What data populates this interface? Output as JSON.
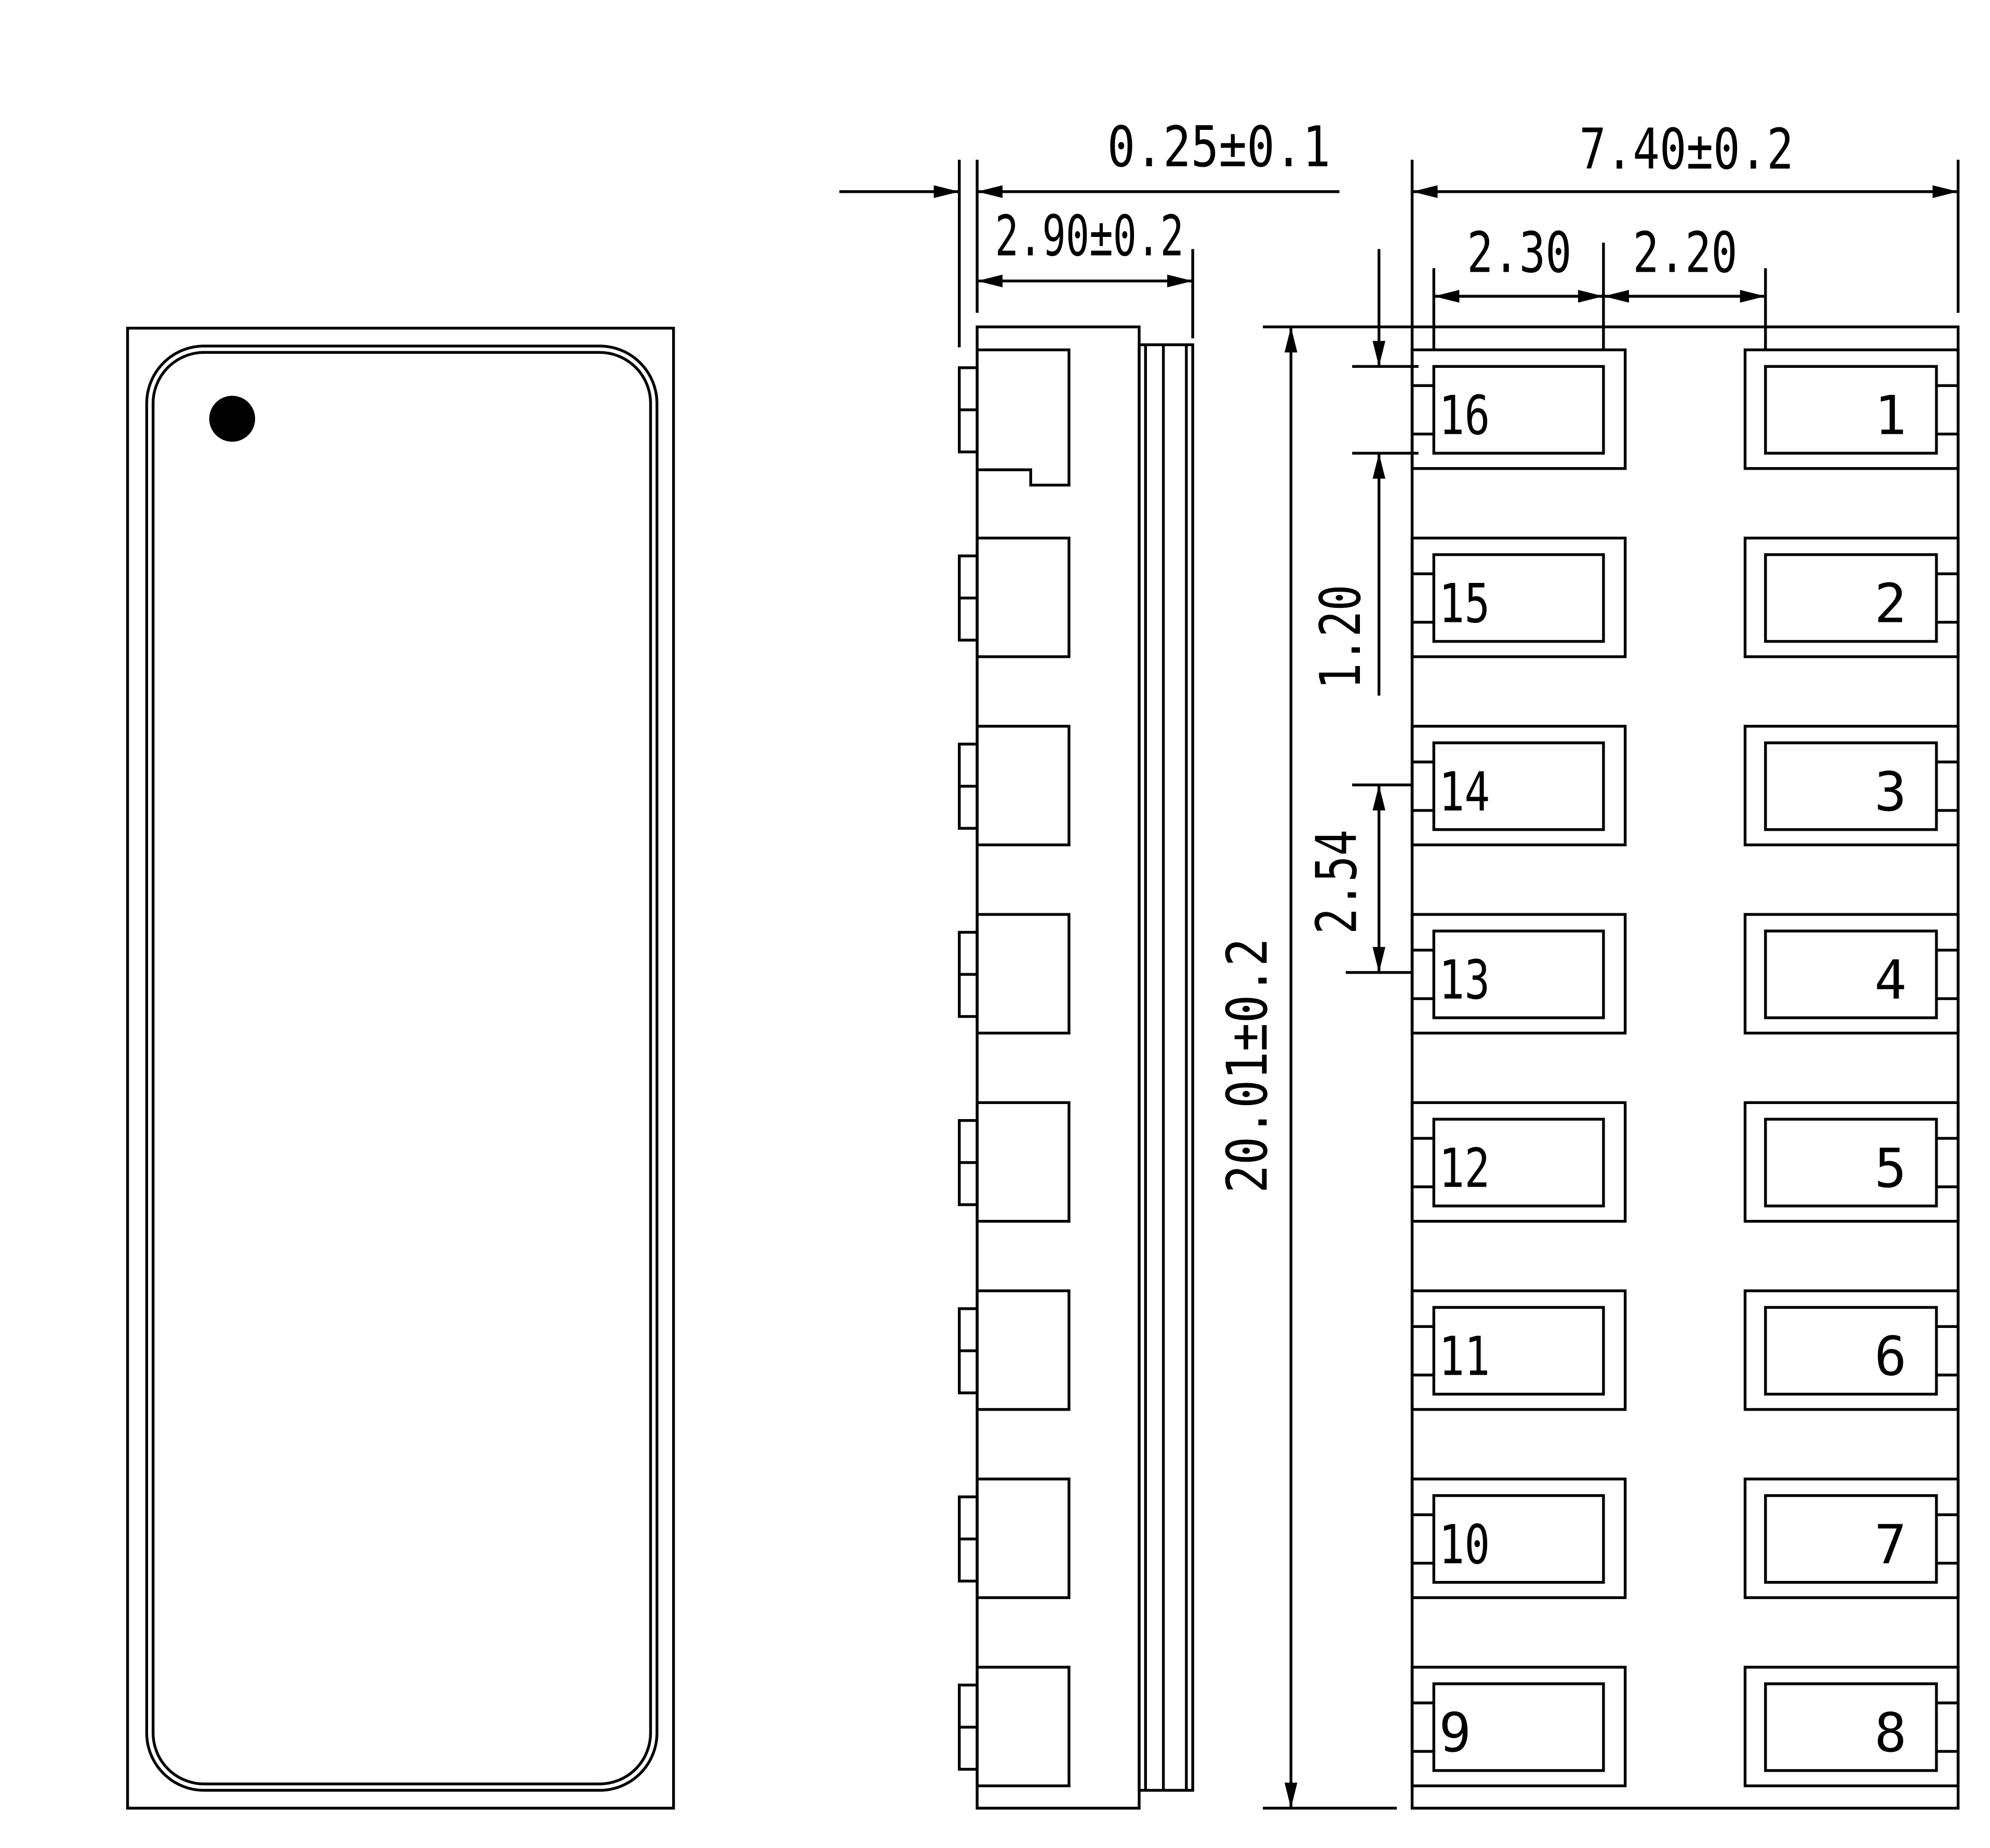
{
  "dimensions": {
    "lead_thickness": "0.25±0.1",
    "body_height": "2.90±0.2",
    "overall_width": "7.40±0.2",
    "pad_length": "2.30",
    "pad_gap": "2.20",
    "pad_width": "1.20",
    "pitch": "2.54",
    "body_length": "20.01±0.2"
  },
  "pins_left": [
    "16",
    "15",
    "14",
    "13",
    "12",
    "11",
    "10",
    "9"
  ],
  "pins_right": [
    "1",
    "2",
    "3",
    "4",
    "5",
    "6",
    "7",
    "8"
  ]
}
